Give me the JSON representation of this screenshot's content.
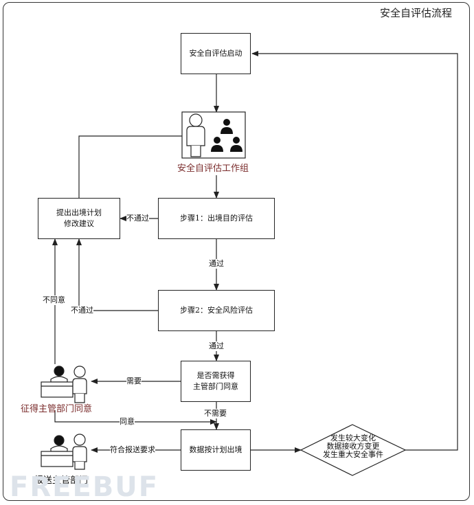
{
  "title": "安全自评估流程",
  "nodes": {
    "start": "安全自评估启动",
    "workgroup_caption": "安全自评估工作组",
    "step1": "步骤1：出境目的评估",
    "step2": "步骤2：安全风险评估",
    "need_approval": [
      "是否需获得",
      "主管部门同意"
    ],
    "proposal": [
      "提出出境计划",
      "修改建议"
    ],
    "export": "数据按计划出境",
    "approval_caption": "征得主管部门同意",
    "report_caption": "报送主管部门",
    "events": [
      "发生较大变化",
      "数据接收方变更",
      "发生重大安全事件"
    ]
  },
  "edge_labels": {
    "fail1": "不通过",
    "pass1": "通过",
    "fail2": "不通过",
    "pass2": "通过",
    "disagree": "不同意",
    "need": "需要",
    "no_need": "不需要",
    "agree": "同意",
    "report": "符合报送要求"
  },
  "watermark": "FREEBUF",
  "colors": {
    "caption": "#7a2b2b",
    "line": "#222222"
  }
}
